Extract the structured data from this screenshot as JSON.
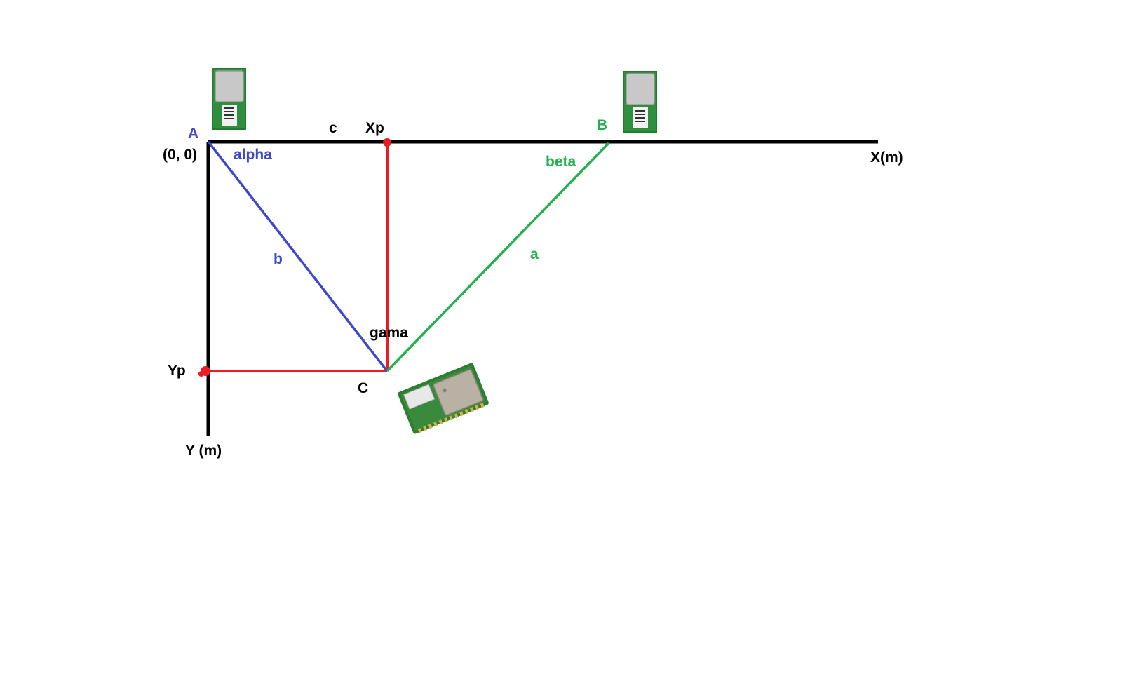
{
  "colors": {
    "axis": "#000000",
    "side_b": "#3f48cc",
    "side_a": "#22b14c",
    "projection": "#ed1c24",
    "text": "#000000"
  },
  "labels": {
    "A": "A",
    "origin": "(0, 0)",
    "c": "c",
    "Xp": "Xp",
    "B": "B",
    "x_axis": "X(m)",
    "alpha": "alpha",
    "beta": "beta",
    "b": "b",
    "a": "a",
    "gama": "gama",
    "Yp": "Yp",
    "C": "C",
    "y_axis": "Y (m)"
  },
  "icons": {
    "anchor_A": "uwb-anchor-module-icon",
    "anchor_B": "uwb-anchor-module-icon",
    "tag_C": "uwb-tag-module-icon"
  }
}
